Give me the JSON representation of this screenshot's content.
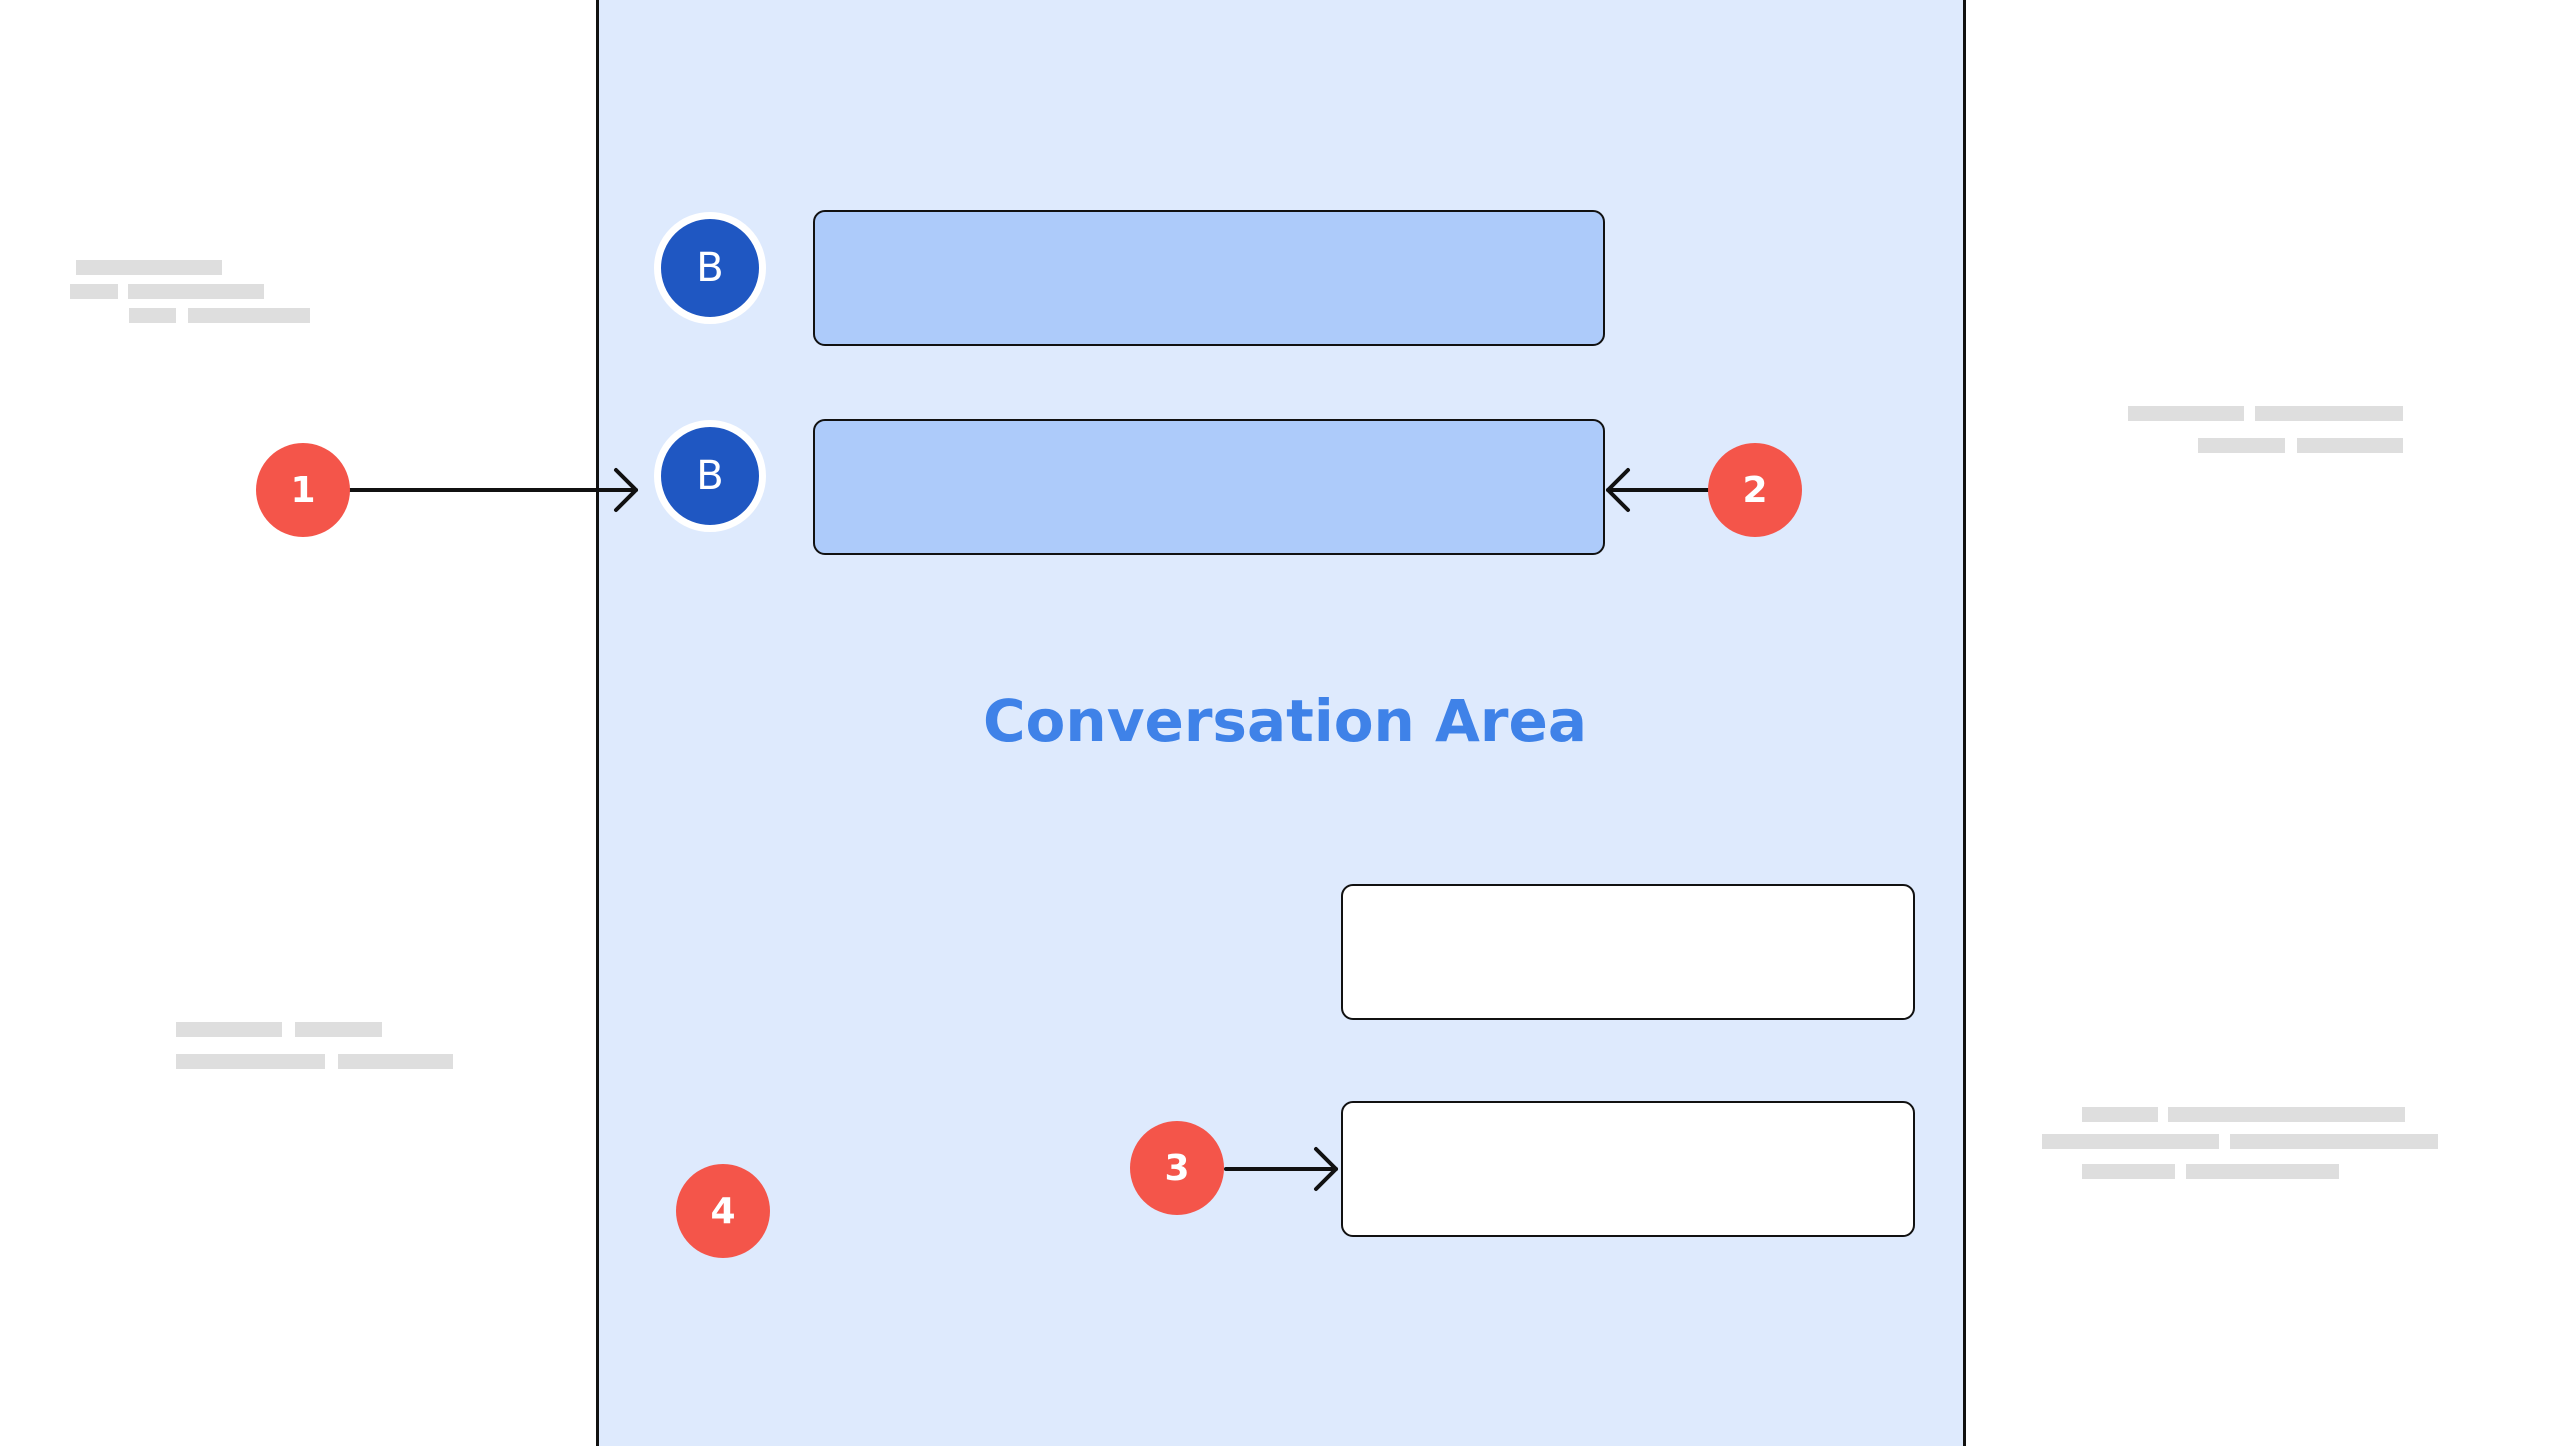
{
  "conversation_area": {
    "title": "Conversation Area",
    "background_color": "#deeafd"
  },
  "bot_messages": [
    {
      "avatar_letter": "B"
    },
    {
      "avatar_letter": "B"
    }
  ],
  "user_messages": [
    {
      "text": ""
    },
    {
      "text": ""
    }
  ],
  "markers": [
    {
      "label": "1"
    },
    {
      "label": "2"
    },
    {
      "label": "3"
    },
    {
      "label": "4"
    }
  ],
  "colors": {
    "avatar": "#1f57c2",
    "bot_bubble": "#adcbfa",
    "marker": "#f4554a",
    "title": "#3f82e8",
    "placeholder_text": "#dedede"
  }
}
